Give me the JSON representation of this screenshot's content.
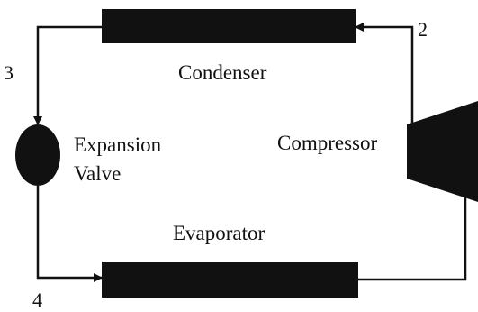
{
  "diagram": {
    "components": {
      "condenser": "Condenser",
      "expansion_valve_line1": "Expansion",
      "expansion_valve_line2": "Valve",
      "compressor": "Compressor",
      "evaporator": "Evaporator"
    },
    "state_points": {
      "p2": "2",
      "p3": "3",
      "p4": "4"
    },
    "colors": {
      "line": "#111111",
      "component_fill": "#111111",
      "background": "#ffffff"
    }
  }
}
